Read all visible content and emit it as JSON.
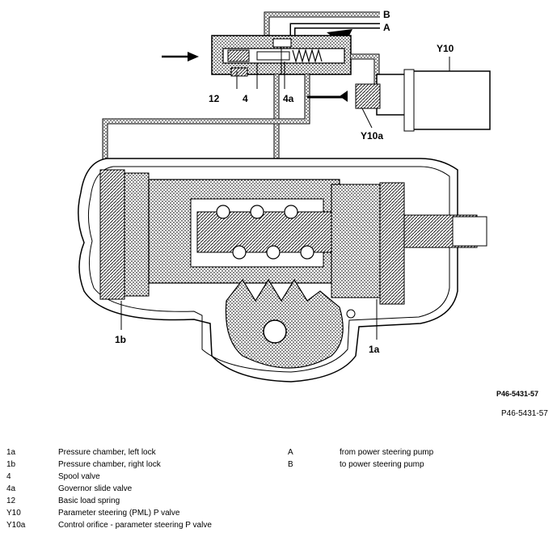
{
  "diagram": {
    "labels": {
      "b": "B",
      "a": "A",
      "y10": "Y10",
      "n12": "12",
      "n4": "4",
      "n4a": "4a",
      "y10a": "Y10a",
      "n1b": "1b",
      "n1a": "1a"
    },
    "figure_code": "P46-5431-57"
  },
  "caption": "P46-5431-57",
  "legend": {
    "left": [
      {
        "key": "1a",
        "desc": "Pressure chamber, left lock"
      },
      {
        "key": "1b",
        "desc": "Pressure chamber, right lock"
      },
      {
        "key": "4",
        "desc": "Spool valve"
      },
      {
        "key": "4a",
        "desc": "Governor slide valve"
      },
      {
        "key": "12",
        "desc": "Basic load spring"
      },
      {
        "key": "Y10",
        "desc": "Parameter steering (PML) P valve"
      },
      {
        "key": "Y10a",
        "desc": "Control orifice - parameter steering P valve"
      }
    ],
    "right": [
      {
        "key": "A",
        "desc": "from power steering pump"
      },
      {
        "key": "B",
        "desc": "to power steering pump"
      }
    ]
  }
}
